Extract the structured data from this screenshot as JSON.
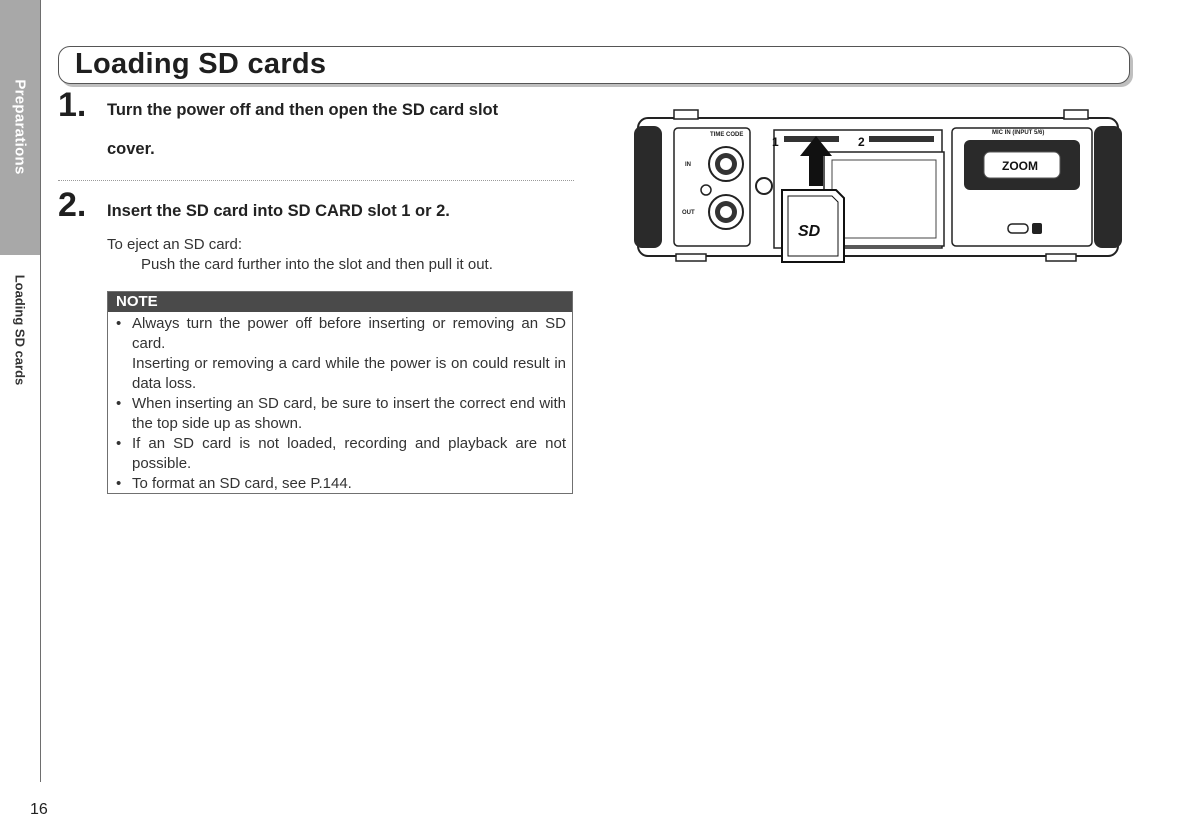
{
  "sidebar": {
    "tab_label": "Preparations",
    "section_label": "Loading SD cards"
  },
  "page_number": "16",
  "title": "Loading SD cards",
  "steps": [
    {
      "number": "1.",
      "text_line1": "Turn the power off and then open the SD card slot",
      "text_line2": "cover."
    },
    {
      "number": "2.",
      "text": "Insert the SD card into SD CARD slot 1 or 2.",
      "eject_heading": "To eject an SD card:",
      "eject_instruction": "Push the card further into the slot and then pull it out."
    }
  ],
  "note": {
    "heading": "NOTE",
    "items": [
      {
        "line1": "Always turn the power off before inserting or removing an SD card.",
        "line2": "Inserting or removing a card while the power is on could result in data loss."
      },
      {
        "line1": "When inserting an SD card, be sure to insert the correct end with the top side up as shown."
      },
      {
        "line1": "If an SD card is not loaded, recording and playback are not possible."
      },
      {
        "line1": "To format an SD card, see P.144."
      }
    ]
  },
  "illustration": {
    "labels": {
      "time_code": "TIME CODE",
      "in": "IN",
      "out": "OUT",
      "mic_in": "MIC IN (INPUT 5/6)",
      "slot1": "1",
      "slot2": "2",
      "sd_logo": "SD",
      "brand": "ZOOM"
    }
  }
}
